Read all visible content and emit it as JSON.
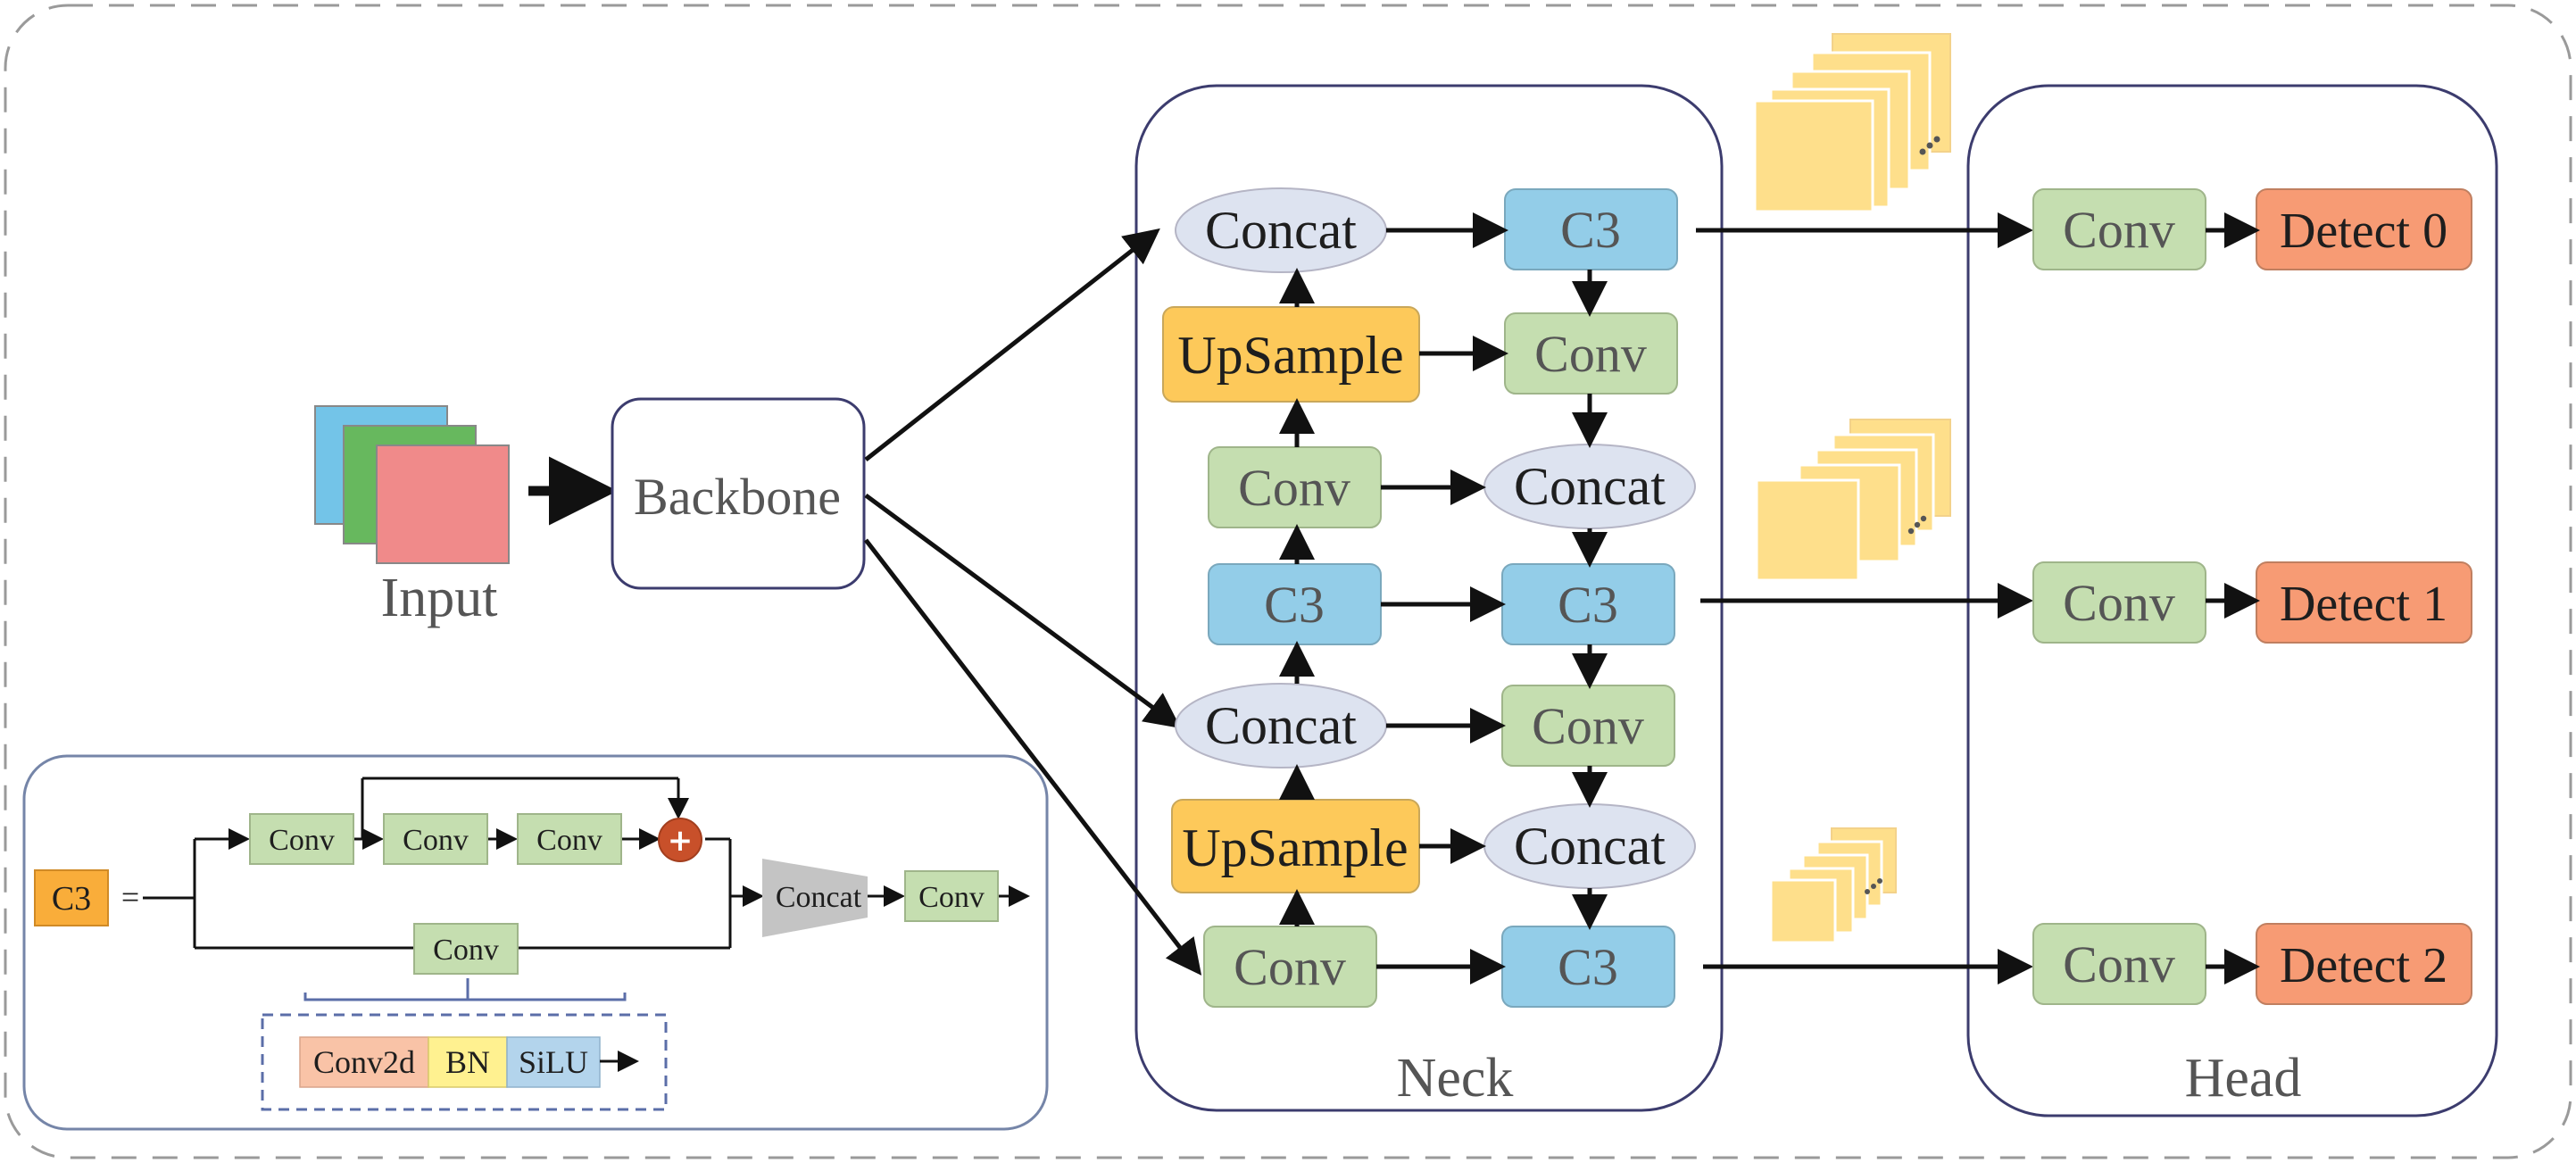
{
  "input": {
    "label": "Input"
  },
  "backbone": {
    "label": "Backbone"
  },
  "neck": {
    "label": "Neck",
    "left_column": [
      "Concat",
      "UpSample",
      "Conv",
      "C3",
      "Concat",
      "UpSample",
      "Conv"
    ],
    "right_column": [
      "C3",
      "Conv",
      "Concat",
      "C3",
      "Conv",
      "Concat",
      "C3"
    ]
  },
  "head": {
    "label": "Head",
    "rows": [
      {
        "conv": "Conv",
        "detect": "Detect 0"
      },
      {
        "conv": "Conv",
        "detect": "Detect 1"
      },
      {
        "conv": "Conv",
        "detect": "Detect 2"
      }
    ]
  },
  "legend": {
    "c3_label": "C3",
    "equals": "=",
    "conv_a": "Conv",
    "conv_b": "Conv",
    "conv_c": "Conv",
    "conv_bottom": "Conv",
    "concat": "Concat",
    "conv_out": "Conv",
    "plus": "+",
    "conv_detail": {
      "conv2d": "Conv2d",
      "bn": "BN",
      "silu": "SiLU"
    }
  },
  "colors": {
    "green": "#c5deb0",
    "blue": "#93cde8",
    "yellow": "#fdc95a",
    "ellipse": "#dde3f0",
    "detect": "#f79b74",
    "feature": "#fedf8b",
    "c3_orange": "#f9ad3a",
    "conv2d": "#f9c3a7",
    "bn": "#fff190",
    "silu": "#b3d4ec",
    "input_blue": "#73c4e8",
    "input_green": "#67b85e",
    "input_red": "#f08a8a",
    "plus_circle": "#c8502a",
    "panel_border": "#3c3c6e"
  }
}
